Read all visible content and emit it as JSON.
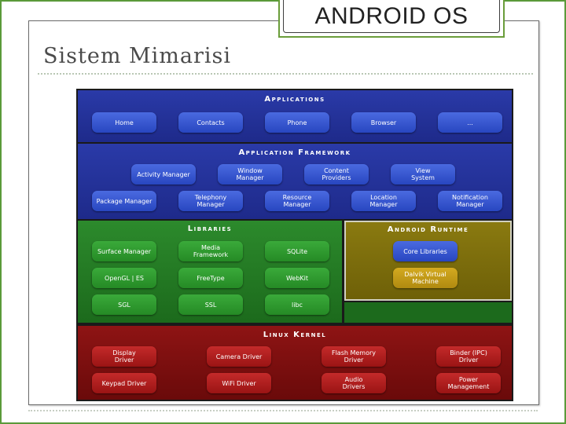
{
  "slide": {
    "tab_label": "ANDROID OS",
    "title": "Sistem Mimarisi"
  },
  "diagram": {
    "applications": {
      "title": "Applications",
      "items": [
        "Home",
        "Contacts",
        "Phone",
        "Browser",
        "..."
      ]
    },
    "framework": {
      "title": "Application Framework",
      "row1": [
        "Activity Manager",
        "Window\nManager",
        "Content\nProviders",
        "View\nSystem"
      ],
      "row2": [
        "Package Manager",
        "Telephony\nManager",
        "Resource\nManager",
        "Location\nManager",
        "Notification\nManager"
      ]
    },
    "libraries": {
      "title": "Libraries",
      "items": [
        "Surface Manager",
        "Media\nFramework",
        "SQLite",
        "OpenGL | ES",
        "FreeType",
        "WebKit",
        "SGL",
        "SSL",
        "libc"
      ]
    },
    "runtime": {
      "title": "Android Runtime",
      "items": [
        "Core Libraries",
        "Dalvik Virtual\nMachine"
      ]
    },
    "kernel": {
      "title": "Linux Kernel",
      "items": [
        "Display\nDriver",
        "Camera Driver",
        "Flash Memory\nDriver",
        "Binder (IPC)\nDriver",
        "Keypad Driver",
        "WiFi Driver",
        "Audio\nDrivers",
        "Power\nManagement"
      ]
    },
    "colors": {
      "apps_band": "#1e2a8a",
      "libraries_band": "#1c6a1c",
      "runtime_band": "#6e6008",
      "kernel_band": "#6a0a0a",
      "blue_pill": "#2846c0",
      "green_pill": "#258a25",
      "gold_pill": "#b08a10",
      "red_pill": "#9a1414"
    }
  }
}
